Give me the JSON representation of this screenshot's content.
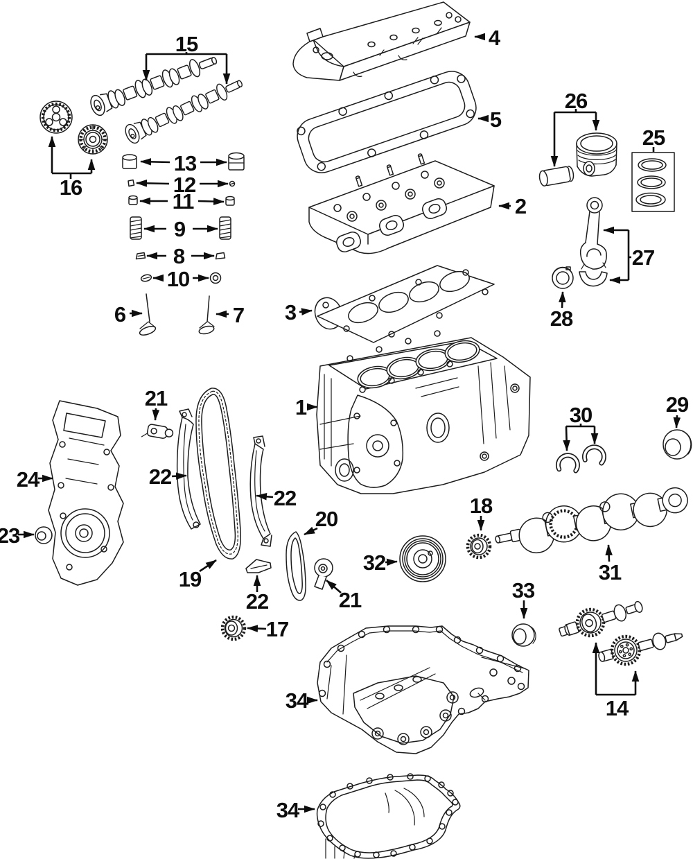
{
  "figure": {
    "type": "exploded-parts-diagram",
    "subject": "engine-internal-components",
    "background": "#ffffff",
    "line_color": "#1c1c1c",
    "label_color": "#0d0d0d"
  },
  "callouts": [
    {
      "label": "1",
      "part": "cylinder-block"
    },
    {
      "label": "2",
      "part": "cylinder-head"
    },
    {
      "label": "3",
      "part": "head-gasket"
    },
    {
      "label": "4",
      "part": "valve-cover"
    },
    {
      "label": "5",
      "part": "valve-cover-gasket"
    },
    {
      "label": "6",
      "part": "intake-valve"
    },
    {
      "label": "7",
      "part": "exhaust-valve"
    },
    {
      "label": "8",
      "part": "valve-spring-seat"
    },
    {
      "label": "9",
      "part": "valve-guide"
    },
    {
      "label": "10",
      "part": "valve-stem-seal"
    },
    {
      "label": "11",
      "part": "valve-spring-retainer"
    },
    {
      "label": "12",
      "part": "valve-keeper"
    },
    {
      "label": "13",
      "part": "valve-lifter"
    },
    {
      "label": "14",
      "part": "balance-shaft-assembly"
    },
    {
      "label": "15",
      "part": "camshafts"
    },
    {
      "label": "16",
      "part": "camshaft-gears"
    },
    {
      "label": "17",
      "part": "crankshaft-timing-sprocket"
    },
    {
      "label": "18",
      "part": "crankshaft-sprocket"
    },
    {
      "label": "19",
      "part": "timing-chain"
    },
    {
      "label": "20",
      "part": "balance-shaft-chain"
    },
    {
      "label": "21",
      "part": "chain-tensioner-upper"
    },
    {
      "label": "21",
      "part": "chain-tensioner-lower"
    },
    {
      "label": "22",
      "part": "chain-guide-left"
    },
    {
      "label": "22",
      "part": "chain-guide-right"
    },
    {
      "label": "22",
      "part": "chain-damper-lower"
    },
    {
      "label": "23",
      "part": "crankshaft-front-seal"
    },
    {
      "label": "24",
      "part": "timing-cover"
    },
    {
      "label": "25",
      "part": "piston-ring-set"
    },
    {
      "label": "26",
      "part": "piston-and-pin"
    },
    {
      "label": "27",
      "part": "connecting-rod"
    },
    {
      "label": "28",
      "part": "rod-bearing"
    },
    {
      "label": "29",
      "part": "rear-main-seal"
    },
    {
      "label": "30",
      "part": "crankshaft-thrust-washers"
    },
    {
      "label": "31",
      "part": "crankshaft"
    },
    {
      "label": "32",
      "part": "crankshaft-pulley"
    },
    {
      "label": "33",
      "part": "oil-seal"
    },
    {
      "label": "34",
      "part": "oil-pan-upper"
    },
    {
      "label": "34",
      "part": "oil-pan-lower"
    }
  ]
}
